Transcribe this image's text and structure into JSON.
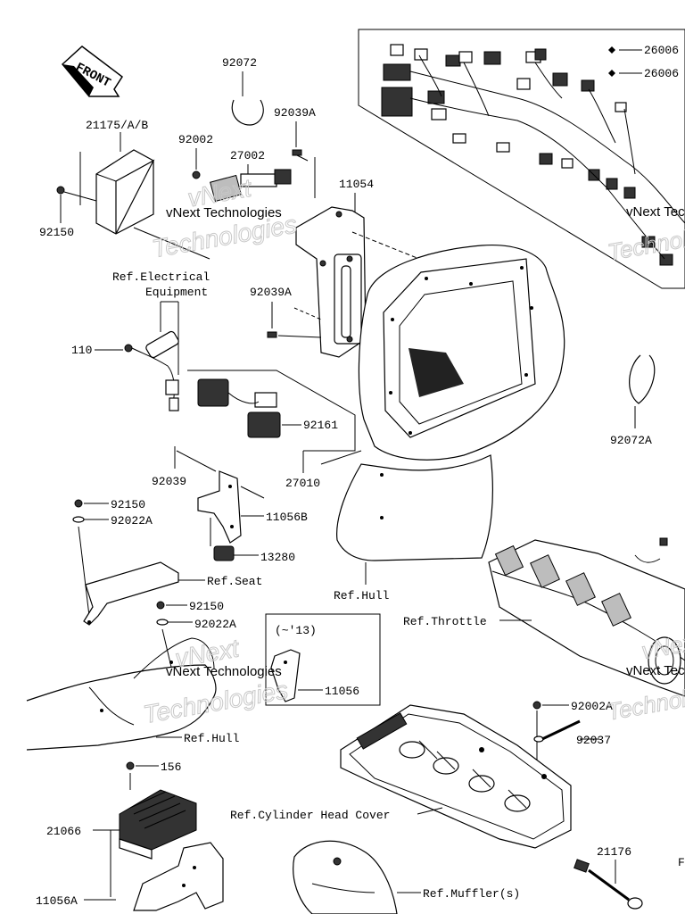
{
  "front_label": "FRONT",
  "watermark": {
    "line1": "vNext Technologies",
    "line2": "Technologies",
    "faint": "vNext"
  },
  "callouts": {
    "c92072": "92072",
    "c26006a": "26006",
    "c26006b": "26006",
    "c21175": "21175/A/B",
    "c92002": "92002",
    "c27002": "27002",
    "c92039A_top": "92039A",
    "c11054": "11054",
    "c92150_left": "92150",
    "ref_elec1": "Ref.Electrical",
    "ref_elec2": "Equipment",
    "c92039A_mid": "92039A",
    "c110": "110",
    "c92161": "92161",
    "c92072A": "92072A",
    "c92039": "92039",
    "c27010": "27010",
    "c92150_b": "92150",
    "c92022A_b": "92022A",
    "c11056B": "11056B",
    "c13280": "13280",
    "ref_seat": "Ref.Seat",
    "ref_hull_1": "Ref.Hull",
    "c92150_c": "92150",
    "c92022A_c": "92022A",
    "ref_throttle": "Ref.Throttle",
    "year_note": "(~'13)",
    "c11056": "11056",
    "ref_hull_2": "Ref.Hull",
    "c92002A": "92002A",
    "c92037": "92037",
    "c156": "156",
    "ref_cyl": "Ref.Cylinder Head Cover",
    "c21066": "21066",
    "c21176": "21176",
    "c11056A": "11056A",
    "ref_muffler": "Ref.Muffler(s)",
    "edge_F": "F"
  },
  "icons": [
    "front-arrow-icon"
  ]
}
